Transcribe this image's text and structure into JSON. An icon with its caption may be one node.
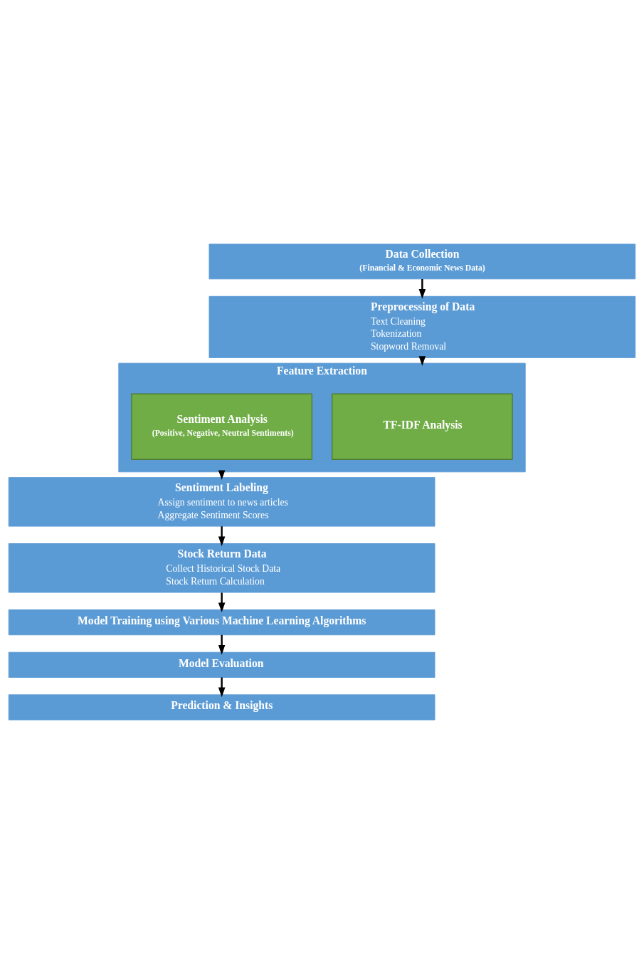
{
  "diagram": {
    "nodes": [
      {
        "text": [
          "Data Collection",
          "(Financial & Economic News Data)"
        ]
      },
      {
        "text": [
          "Preprocessing of Data",
          "Text Cleaning",
          "Tokenization",
          "Stopword Removal"
        ]
      },
      {
        "text": [
          "Feature Extraction"
        ]
      },
      {
        "text": [
          "TF-IDF Analysis"
        ],
        "in": 2
      },
      {
        "text": [
          "Sentiment Analysis",
          "(Positive, Negative, Neutral Sentiments)"
        ],
        "in": 2
      },
      {
        "text": [
          "Sentiment Labeling",
          "Assign sentiment to news articles",
          "Aggregate Sentiment Scores"
        ]
      },
      {
        "text": [
          "Stock Return Data",
          "Collect Historical Stock Data",
          "Stock Return Calculation"
        ]
      },
      {
        "text": [
          "Model Training using Various Machine Learning Algorithms"
        ]
      },
      {
        "text": [
          "Model Evaluation"
        ]
      },
      {
        "text": [
          "Prediction & Insights"
        ]
      }
    ],
    "edges": [
      {
        "from": 0,
        "to": 1,
        "arrow": "to"
      },
      {
        "from": 1,
        "to": 2,
        "arrow": "to"
      },
      {
        "from": 2,
        "to": 5,
        "arrow": "to"
      },
      {
        "from": 5,
        "to": 6,
        "arrow": "to"
      },
      {
        "from": 6,
        "to": 7,
        "arrow": "to"
      },
      {
        "from": 7,
        "to": 8,
        "arrow": "to"
      },
      {
        "from": 8,
        "to": 9,
        "arrow": "to"
      }
    ]
  }
}
